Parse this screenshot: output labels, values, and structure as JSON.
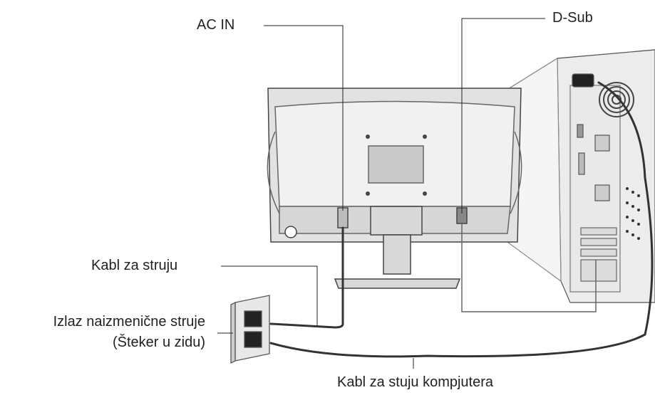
{
  "labels": {
    "ac_in": "AC IN",
    "d_sub": "D-Sub",
    "power_cable": "Kabl za struju",
    "outlet_line1": "Izlaz naizmenične struje",
    "outlet_line2": "(Šteker u zidu)",
    "pc_power_cable": "Kabl za stuju kompjutera"
  }
}
